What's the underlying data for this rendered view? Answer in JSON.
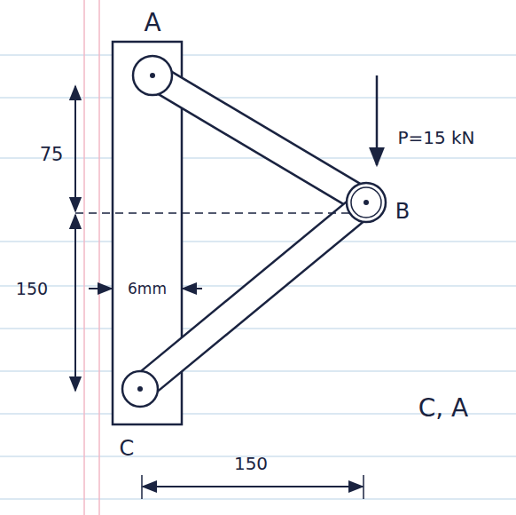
{
  "diagram": {
    "labels": [
      "A",
      "75",
      "P=15 kN",
      "B",
      "150",
      "6mm",
      "C, A",
      "C",
      "150"
    ]
  }
}
